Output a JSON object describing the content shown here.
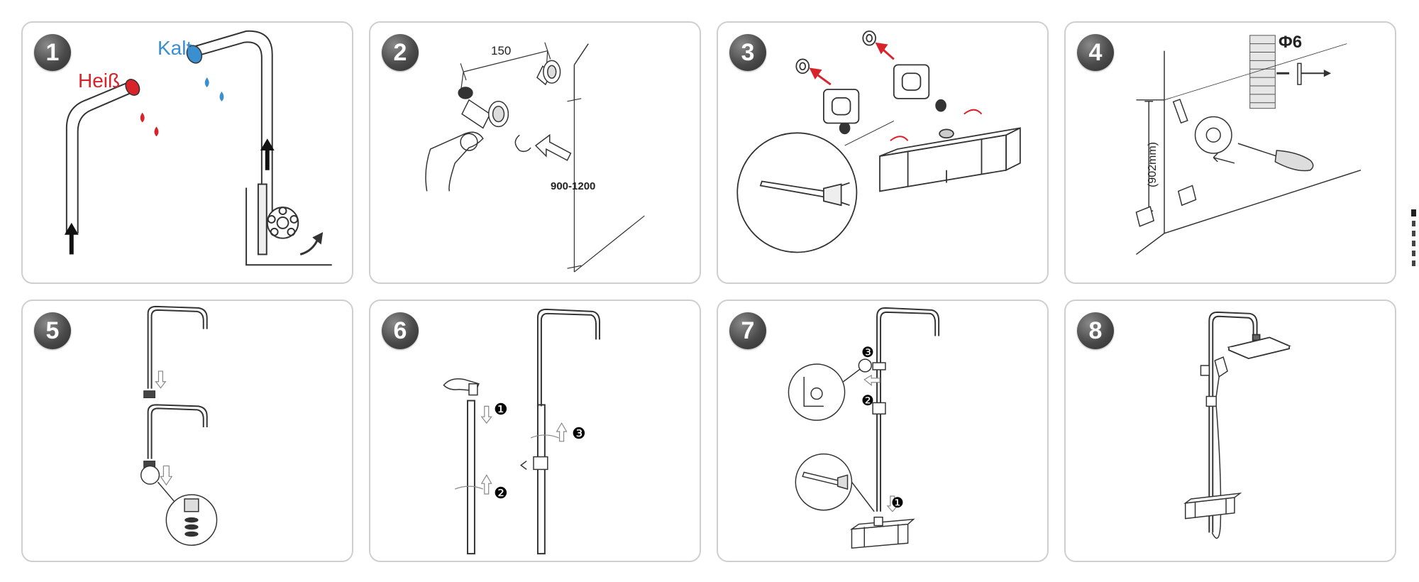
{
  "steps": [
    {
      "number": "1",
      "labels": {
        "hot": "Heiß",
        "cold": "Kalt"
      }
    },
    {
      "number": "2",
      "labels": {
        "spacing": "150",
        "height": "900-1200"
      }
    },
    {
      "number": "3"
    },
    {
      "number": "4",
      "labels": {
        "drill": "Φ6",
        "height": "(902mm)"
      }
    },
    {
      "number": "5"
    },
    {
      "number": "6",
      "callouts": [
        "❶",
        "❷",
        "❸"
      ]
    },
    {
      "number": "7",
      "callouts": [
        "❸",
        "❷",
        "❶"
      ]
    },
    {
      "number": "8"
    }
  ],
  "colors": {
    "hot": "#d8232a",
    "cold": "#3a8fd0",
    "line": "#333333",
    "panel_border": "#cfcfcf"
  }
}
